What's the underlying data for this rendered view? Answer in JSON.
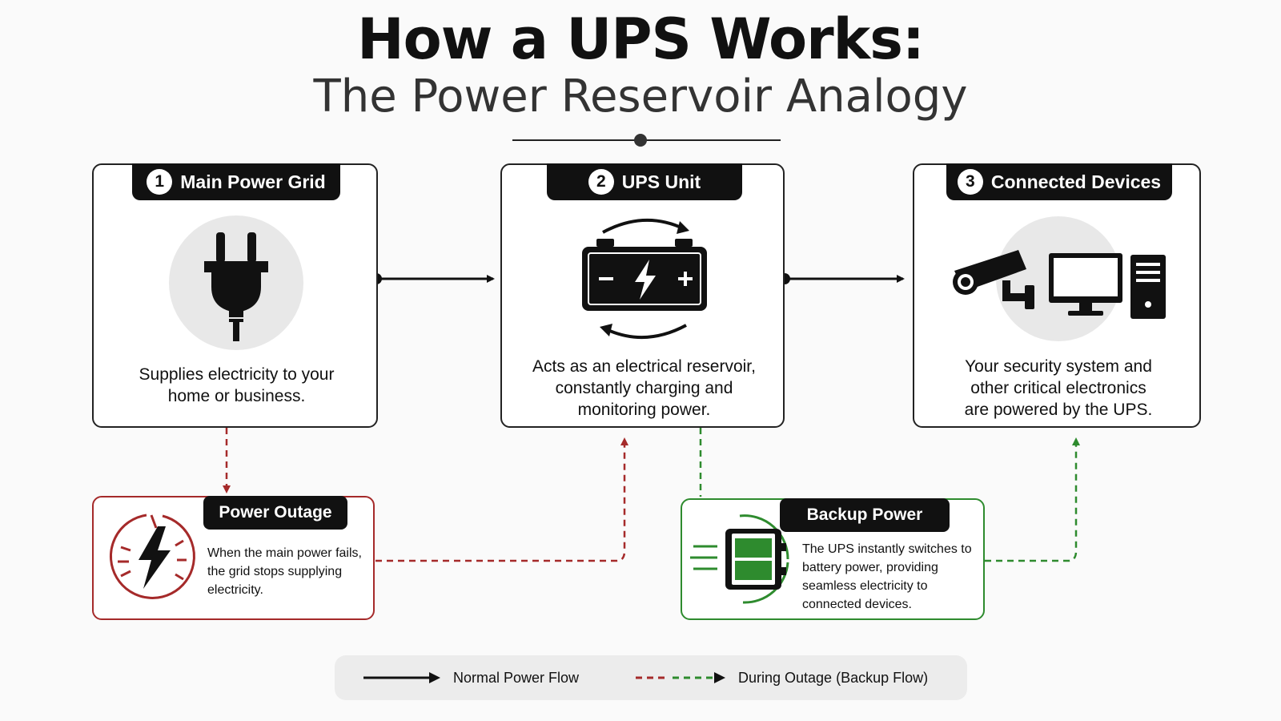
{
  "title": "How a UPS Works:",
  "subtitle": "The Power Reservoir Analogy",
  "steps": [
    {
      "number": "1",
      "label": "Main Power Grid",
      "desc_lines": [
        "Supplies electricity to your",
        "home or business."
      ],
      "icon": "plug-icon"
    },
    {
      "number": "2",
      "label": "UPS Unit",
      "desc_lines": [
        "Acts as an electrical reservoir,",
        "constantly charging and",
        "monitoring power."
      ],
      "icon": "battery-icon"
    },
    {
      "number": "3",
      "label": "Connected Devices",
      "desc_lines": [
        "Your security system and",
        "other critical electronics",
        "are powered by the UPS."
      ],
      "icon": "devices-icon"
    }
  ],
  "outage": {
    "label": "Power Outage",
    "desc_lines": [
      "When the main power fails,",
      "the grid stops supplying",
      "electricity."
    ],
    "icon": "broken-lightning-icon"
  },
  "backup": {
    "label": "Backup Power",
    "desc_lines": [
      "The UPS instantly switches to",
      "battery power, providing",
      "seamless electricity to",
      "connected devices."
    ],
    "icon": "charging-battery-icon"
  },
  "legend": {
    "normal": "Normal Power Flow",
    "outage": "During Outage (Backup Flow)"
  },
  "colors": {
    "dark": "#111111",
    "outage_red": "#a52a2a",
    "backup_green": "#2e8b2e"
  }
}
